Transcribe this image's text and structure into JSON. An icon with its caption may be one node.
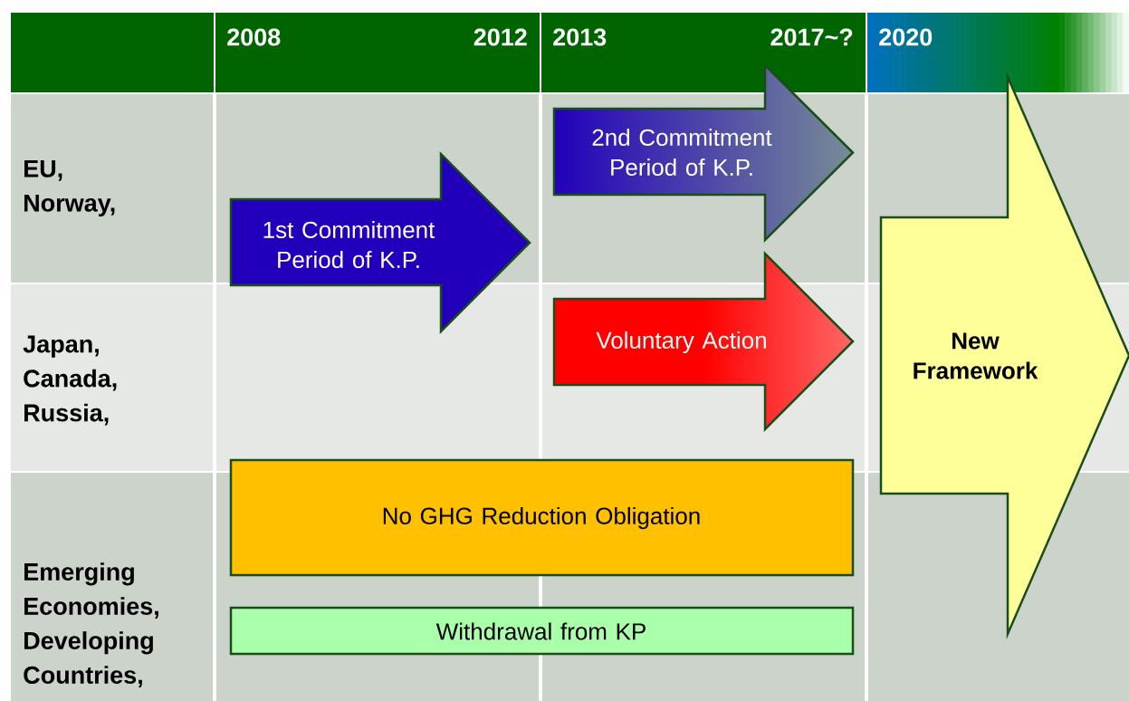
{
  "diagram": {
    "nodes": [
      {
        "text": [
          "1st Commitment Period of K.P."
        ]
      },
      {
        "text": [
          "2nd Commitment Period of K.P."
        ]
      },
      {
        "text": [
          "Voluntary Action"
        ]
      },
      {
        "text": [
          "New Framework"
        ]
      },
      {
        "text": [
          "No GHG Reduction Obligation"
        ]
      },
      {
        "text": [
          "Withdrawal from KP"
        ]
      }
    ],
    "labels": [
      "2008",
      "2012",
      "2013",
      "2017~?",
      "2020",
      "EU, Norway,",
      "Japan, Canada, Russia,",
      "Emerging Economies, Developing Countries,"
    ]
  }
}
